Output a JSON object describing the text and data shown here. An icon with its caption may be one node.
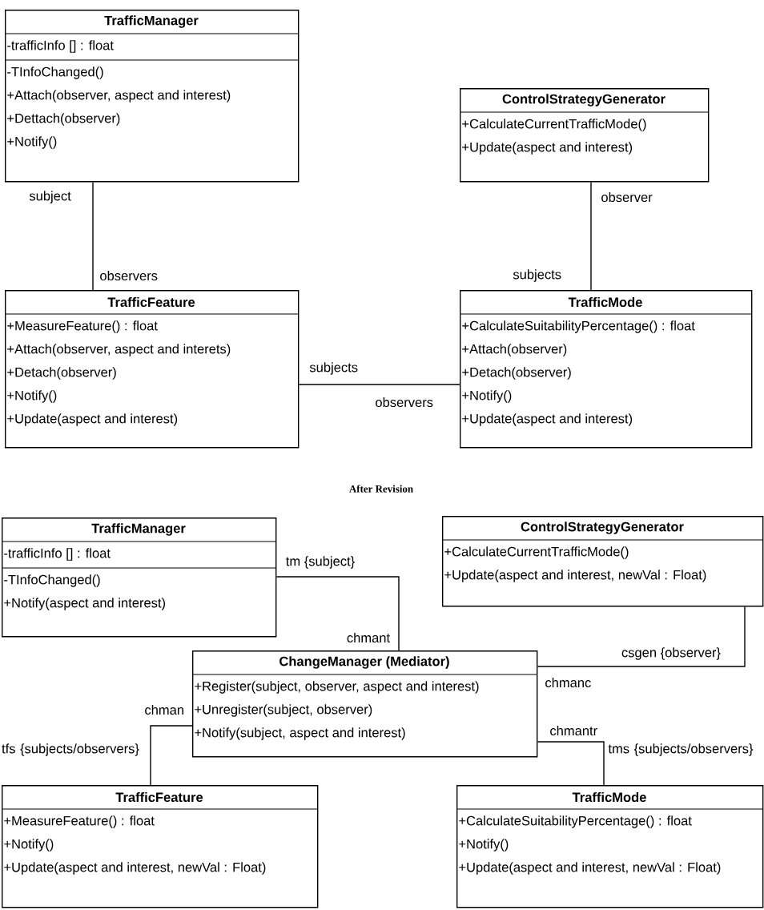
{
  "diagram": {
    "nodes": [
      {
        "text": [
          "TrafficManager",
          "-trafficInfo [] : float",
          "-TInfoChanged()",
          "+Attach(observer, aspect and interest)",
          "+Dettach(observer)",
          "+Notify()"
        ]
      },
      {
        "text": [
          "ControlStrategyGenerator",
          "+CalculateCurrentTrafficMode()",
          "+Update(aspect and interest)"
        ]
      },
      {
        "text": [
          "TrafficFeature",
          "+MeasureFeature() : float",
          "+Attach(observer, aspect and interets)",
          "+Detach(observer)",
          "+Notify()",
          "+Update(aspect and interest)"
        ]
      },
      {
        "text": [
          "TrafficMode",
          "+CalculateSuitabilityPercentage() : float",
          "+Attach(observer)",
          "+Detach(observer)",
          "+Notify()",
          "+Update(aspect and interest)"
        ]
      },
      {
        "text": [
          "TrafficManager",
          "-trafficInfo [] : float",
          "-TInfoChanged()",
          "+Notify(aspect and interest)"
        ]
      },
      {
        "text": [
          "ControlStrategyGenerator",
          "+CalculateCurrentTrafficMode()",
          "+Update(aspect and interest, newVal : Float)"
        ]
      },
      {
        "text": [
          "ChangeManager (Mediator)",
          "+Register(subject, observer, aspect and interest)",
          "+Unregister(subject, observer)",
          "+Notify(subject, aspect and interest)"
        ]
      },
      {
        "text": [
          "TrafficFeature",
          "+MeasureFeature() : float",
          "+Notify()",
          "+Update(aspect and interest, newVal : Float)"
        ]
      },
      {
        "text": [
          "TrafficMode",
          "+CalculateSuitabilityPercentage() : float",
          "+Notify()",
          "+Update(aspect and interest, newVal : Float)"
        ]
      }
    ],
    "edges": [
      {
        "from": 0,
        "to": 2,
        "arrow": "none"
      },
      {
        "from": 1,
        "to": 3,
        "arrow": "none"
      },
      {
        "from": 2,
        "to": 3,
        "arrow": "none"
      },
      {
        "from": 4,
        "to": 6,
        "arrow": "none"
      },
      {
        "from": 5,
        "to": 6,
        "arrow": "none"
      },
      {
        "from": 6,
        "to": 8,
        "arrow": "none"
      },
      {
        "from": 6,
        "to": 7,
        "arrow": "none"
      }
    ],
    "labels": [
      "subject",
      "observers",
      "observer",
      "subjects",
      "subjects",
      "observers",
      "After Revision",
      "tm {subject}",
      "chmant",
      "csgen {observer}",
      "chmanc",
      "chman",
      "chmantr",
      "tfs {subjects/observers}",
      "tms {subjects/observers}"
    ]
  }
}
